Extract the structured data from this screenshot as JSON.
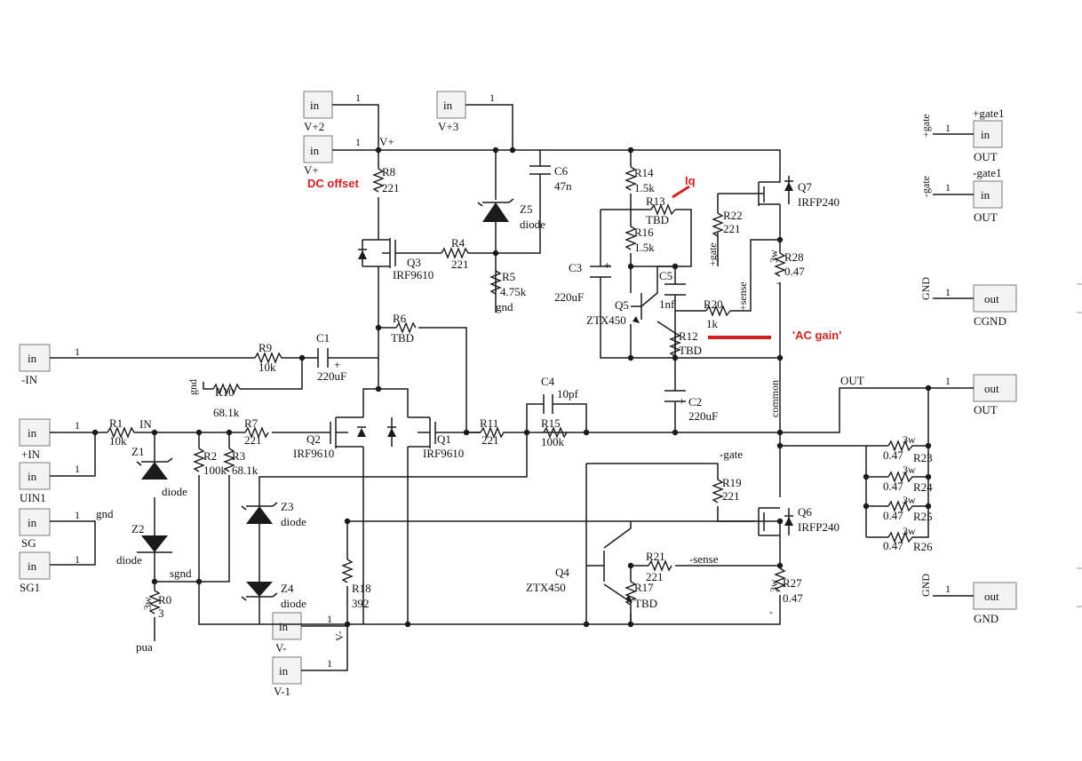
{
  "ports": {
    "vplus2": {
      "box": "in",
      "name": "V+2",
      "pin": "1"
    },
    "vplus": {
      "box": "in",
      "name": "V+",
      "pin": "1"
    },
    "vplus3": {
      "box": "in",
      "name": "V+3",
      "pin": "1"
    },
    "in_neg": {
      "box": "in",
      "name": "-IN",
      "pin": "1"
    },
    "in_pos": {
      "box": "in",
      "name": "+IN",
      "pin": "1"
    },
    "uin1": {
      "box": "in",
      "name": "UIN1",
      "pin": "1"
    },
    "sg": {
      "box": "in",
      "name": "SG",
      "pin": "1"
    },
    "sg1": {
      "box": "in",
      "name": "SG1",
      "pin": "1"
    },
    "vminus": {
      "box": "in",
      "name": "V-",
      "pin": "1"
    },
    "vminus1": {
      "box": "in",
      "name": "V-1",
      "pin": "1"
    },
    "out_gate1p": {
      "box": "in",
      "name": "OUT",
      "net": "+gate",
      "pin": "1",
      "label": "+gate1"
    },
    "out_gate1n": {
      "box": "in",
      "name": "OUT",
      "net": "-gate",
      "pin": "1",
      "label": "-gate1"
    },
    "cgnd": {
      "box": "out",
      "name": "CGND",
      "net": "GND",
      "pin": "1"
    },
    "out": {
      "box": "out",
      "name": "OUT",
      "net": "OUT",
      "pin": "1"
    },
    "gnd": {
      "box": "out",
      "name": "GND",
      "net": "GND",
      "pin": "1"
    }
  },
  "components": {
    "R0": {
      "name": "R0",
      "value": "3",
      "power": "3w"
    },
    "R1": {
      "name": "R1",
      "value": "10k"
    },
    "R2": {
      "name": "R2",
      "value": "100k"
    },
    "R3": {
      "name": "R3",
      "value": "68.1k"
    },
    "R4": {
      "name": "R4",
      "value": "221"
    },
    "R5": {
      "name": "R5",
      "value": "4.75k"
    },
    "R6": {
      "name": "R6",
      "value": "TBD"
    },
    "R7": {
      "name": "R7",
      "value": "221"
    },
    "R8": {
      "name": "R8",
      "value": "221"
    },
    "R9": {
      "name": "R9",
      "value": "10k"
    },
    "R10": {
      "name": "R10",
      "value": "68.1k"
    },
    "R11": {
      "name": "R11",
      "value": "221"
    },
    "R12": {
      "name": "R12",
      "value": "TBD"
    },
    "R13": {
      "name": "R13",
      "value": "TBD"
    },
    "R14": {
      "name": "R14",
      "value": "1.5k"
    },
    "R15": {
      "name": "R15",
      "value": "100k"
    },
    "R16": {
      "name": "R16",
      "value": "1.5k"
    },
    "R17": {
      "name": "R17",
      "value": "TBD"
    },
    "R18": {
      "name": "R18",
      "value": "392"
    },
    "R19": {
      "name": "R19",
      "value": "221"
    },
    "R20": {
      "name": "R20",
      "value": "1k"
    },
    "R21": {
      "name": "R21",
      "value": "221"
    },
    "R22": {
      "name": "R22",
      "value": "221"
    },
    "R23": {
      "name": "R23",
      "value": "0.47",
      "power": "3w"
    },
    "R24": {
      "name": "R24",
      "value": "0.47",
      "power": "3w"
    },
    "R25": {
      "name": "R25",
      "value": "0.47",
      "power": "3w"
    },
    "R26": {
      "name": "R26",
      "value": "0.47",
      "power": "3w"
    },
    "R27": {
      "name": "R27",
      "value": "0.47",
      "power": "3w"
    },
    "R28": {
      "name": "R28",
      "value": "0.47",
      "power": "3w"
    },
    "C1": {
      "name": "C1",
      "value": "220uF"
    },
    "C2": {
      "name": "C2",
      "value": "220uF"
    },
    "C3": {
      "name": "C3",
      "value": "220uF"
    },
    "C4": {
      "name": "C4",
      "value": "10pf"
    },
    "C5": {
      "name": "C5",
      "value": "1nf"
    },
    "C6": {
      "name": "C6",
      "value": "47n"
    },
    "Q1": {
      "name": "Q1",
      "value": "IRF9610"
    },
    "Q2": {
      "name": "Q2",
      "value": "IRF9610"
    },
    "Q3": {
      "name": "Q3",
      "value": "IRF9610"
    },
    "Q4": {
      "name": "Q4",
      "value": "ZTX450"
    },
    "Q5": {
      "name": "Q5",
      "value": "ZTX450"
    },
    "Q6": {
      "name": "Q6",
      "value": "IRFP240"
    },
    "Q7": {
      "name": "Q7",
      "value": "IRFP240"
    },
    "Z1": {
      "name": "Z1",
      "value": "diode"
    },
    "Z2": {
      "name": "Z2",
      "value": "diode"
    },
    "Z3": {
      "name": "Z3",
      "value": "diode"
    },
    "Z4": {
      "name": "Z4",
      "value": "diode"
    },
    "Z5": {
      "name": "Z5",
      "value": "diode"
    }
  },
  "nets": {
    "vplus": "V+",
    "vminus": "V-",
    "in": "IN",
    "gnd": "gnd",
    "sgnd": "sgnd",
    "gnd_r5": "gnd",
    "gnd_sg": "gnd",
    "pua": "pua",
    "plus_gate": "+gate",
    "plus_sense": "+sense",
    "minus_gate": "-gate",
    "minus_sense": "-sense",
    "common": "common",
    "out": "OUT",
    "plus": "+",
    "minus": "-"
  },
  "annotations": {
    "dc_offset": "DC offset",
    "iq": "Iq",
    "ac_gain": "'AC gain'"
  },
  "colors": {
    "annotation": "#d21f1f",
    "wire": "#1a1a1a",
    "port_fill": "#f3f3f3"
  }
}
